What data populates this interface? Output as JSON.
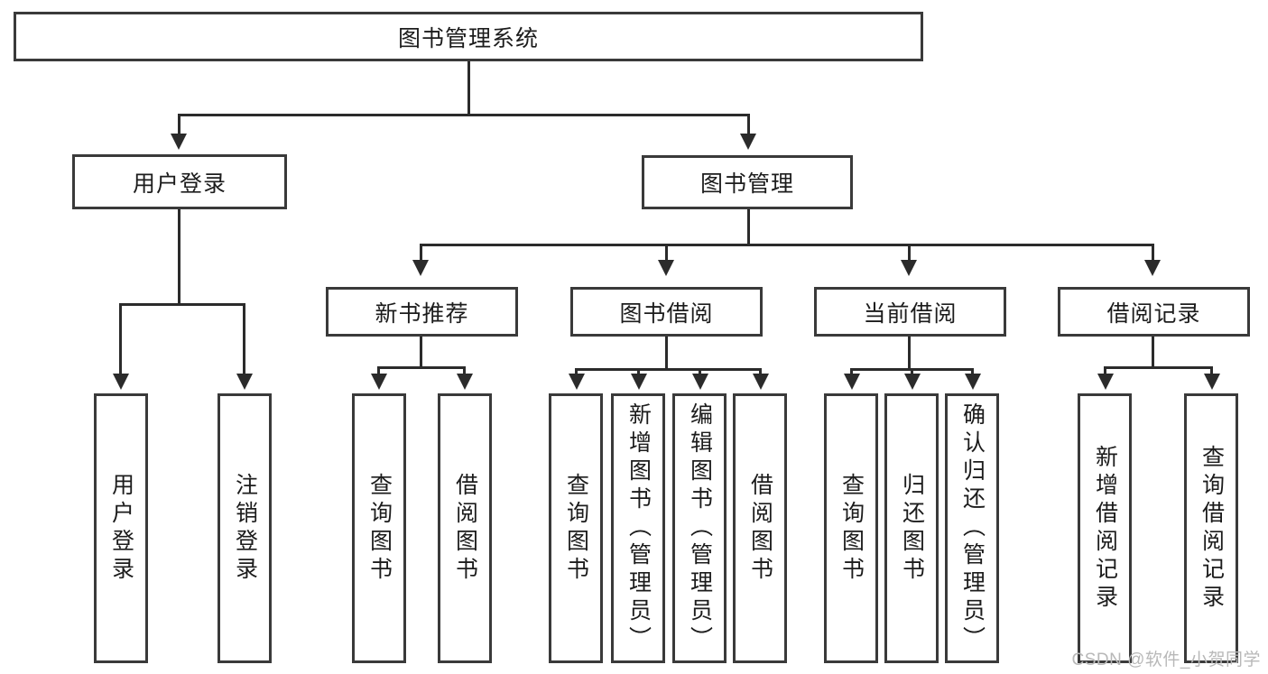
{
  "diagram": {
    "title": "图书管理系统",
    "type": "tree-hierarchy",
    "root": {
      "label": "图书管理系统"
    },
    "level2": [
      {
        "label": "用户登录"
      },
      {
        "label": "图书管理"
      }
    ],
    "level3": [
      {
        "label": "新书推荐"
      },
      {
        "label": "图书借阅"
      },
      {
        "label": "当前借阅"
      },
      {
        "label": "借阅记录"
      }
    ],
    "leaves": {
      "user_login": [
        {
          "label": "用户登录"
        },
        {
          "label": "注销登录"
        }
      ],
      "new_book_recommend": [
        {
          "label": "查询图书"
        },
        {
          "label": "借阅图书"
        }
      ],
      "book_borrow": [
        {
          "label": "查询图书"
        },
        {
          "label": "新增图书（管理员）"
        },
        {
          "label": "编辑图书（管理员）"
        },
        {
          "label": "借阅图书"
        }
      ],
      "current_borrow": [
        {
          "label": "查询图书"
        },
        {
          "label": "归还图书"
        },
        {
          "label": "确认归还（管理员）"
        }
      ],
      "borrow_records": [
        {
          "label": "新增借阅记录"
        },
        {
          "label": "查询借阅记录"
        }
      ]
    }
  },
  "watermark": {
    "text": "CSDN @软件_小贺同学"
  },
  "colors": {
    "border": "#3a3a3a",
    "line": "#2b2b2b",
    "text": "#1c1c1c",
    "background": "#ffffff",
    "watermark": "#b8b8b8"
  }
}
